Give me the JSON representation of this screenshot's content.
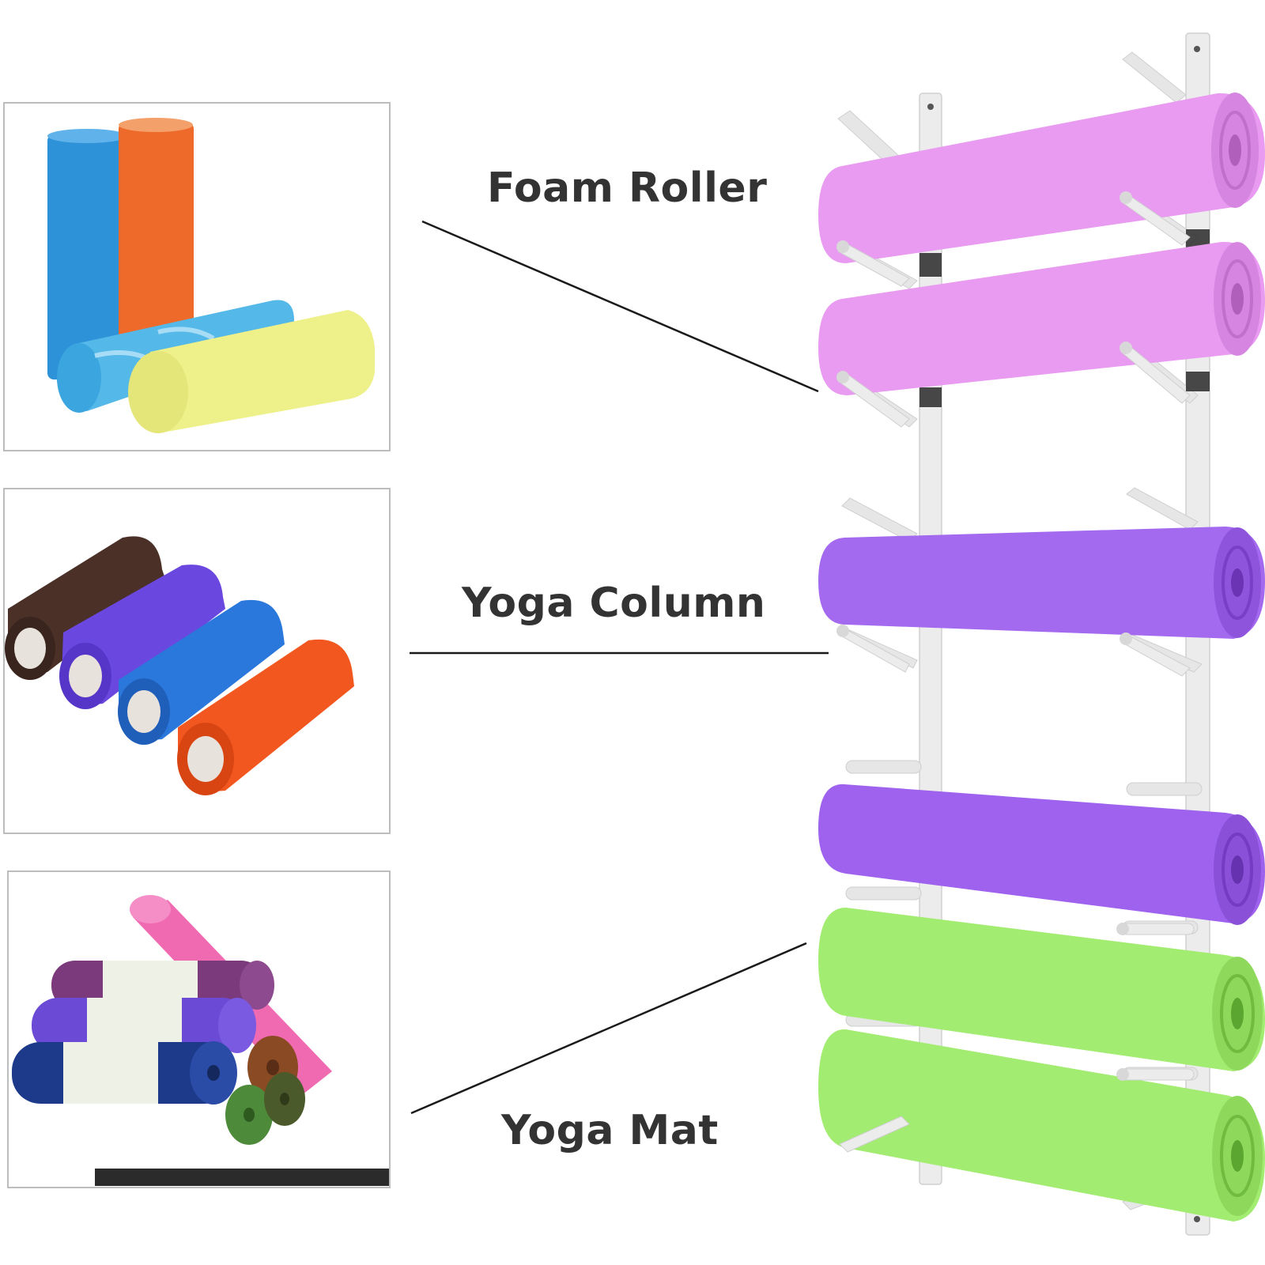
{
  "labels": {
    "foam_roller": "Foam Roller",
    "yoga_column": "Yoga Column",
    "yoga_mat": "Yoga Mat"
  },
  "icons": {
    "product_panels": [
      "foam-roller-photo",
      "yoga-column-photo",
      "yoga-mat-photo"
    ],
    "rack": "wall-mounted-storage-rack"
  },
  "colors": {
    "label_text": "#333333",
    "panel_border": "#bdbdbd",
    "rack_white": "#ebebeb",
    "pink_mat": "#e79af0",
    "purple_mat": "#a066ee",
    "green_mat": "#9fe86d"
  }
}
